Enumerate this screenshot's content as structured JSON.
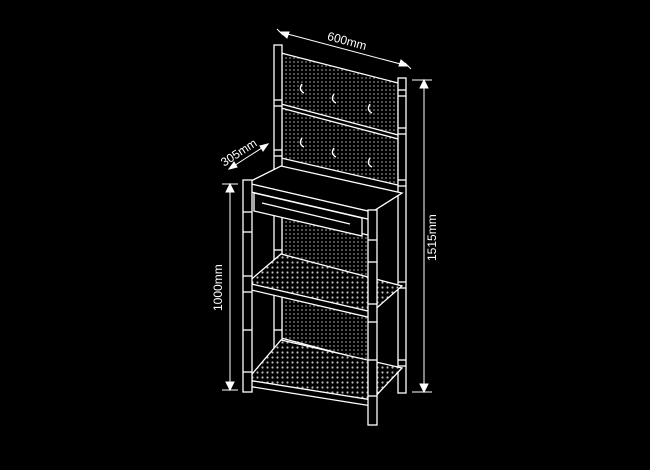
{
  "diagram": {
    "background": "#000000",
    "line_color": "#ffffff",
    "subject": "workbench shelving unit with pegboard and drawer",
    "dimensions": {
      "width": "600mm",
      "depth": "305mm",
      "work_height": "1000mm",
      "total_height": "1515mm"
    }
  }
}
